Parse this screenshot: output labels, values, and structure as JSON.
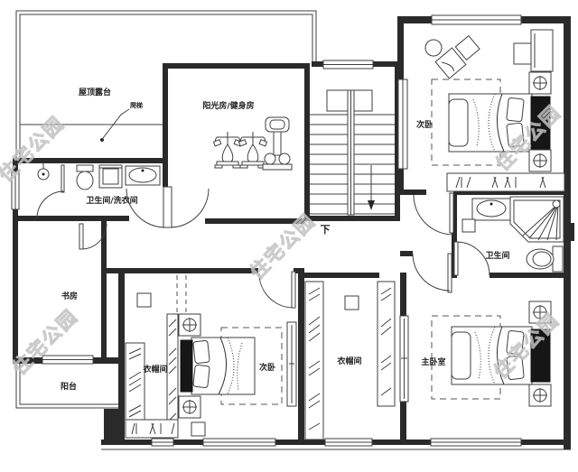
{
  "plan": {
    "type": "floor-plan",
    "labels": {
      "roof_terrace": "屋顶露台",
      "ladder_note": "爬梯",
      "sunroom_gym": "阳光房/健身房",
      "bath_laundry": "卫生间/洗衣间",
      "bedroom_top_right": "次卧",
      "stairs_down": "下",
      "bathroom_right": "卫生间",
      "study": "书房",
      "balcony": "阳台",
      "closet_left": "衣帽间",
      "bedroom_bottom": "次卧",
      "closet_right": "衣帽间",
      "master_bedroom": "主卧室"
    },
    "watermark": {
      "text": "住宅公园",
      "color": "#c2c2c2"
    },
    "colors": {
      "background": "#ffffff",
      "wall": "#2a2a2a",
      "line": "#3f3f3f",
      "furniture_dark": "#161616"
    }
  }
}
